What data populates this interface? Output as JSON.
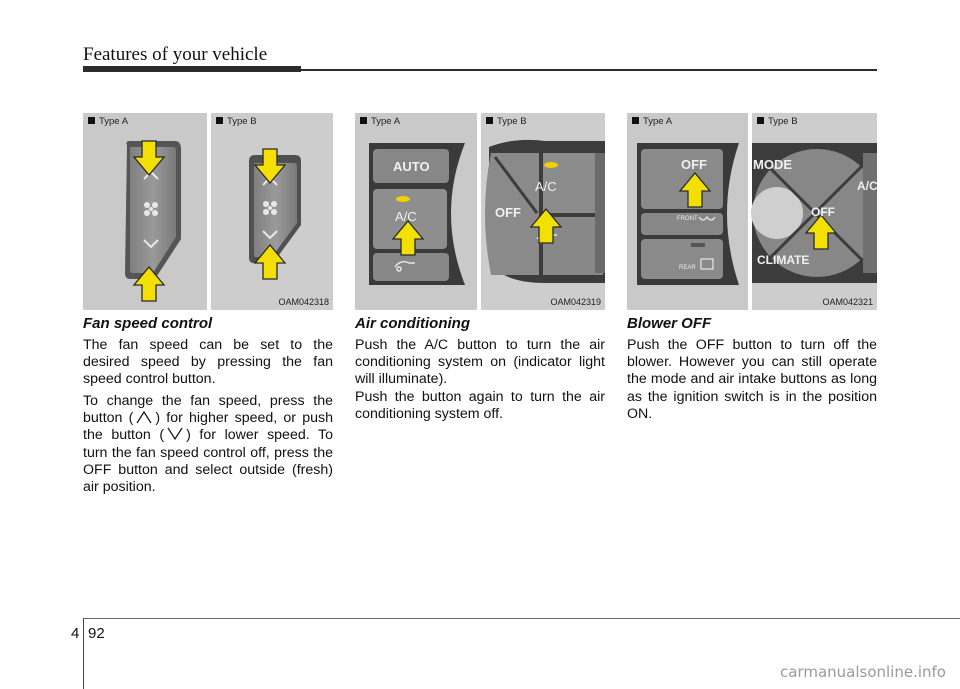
{
  "header": {
    "title": "Features of your vehicle"
  },
  "figures": [
    {
      "type_a": "Type A",
      "type_b": "Type B",
      "code": "OAM042318",
      "icon": "fan-control-panels"
    },
    {
      "type_a": "Type A",
      "type_b": "Type B",
      "code": "OAM042319",
      "buttons": {
        "auto": "AUTO",
        "ac": "A/C",
        "off": "OFF",
        "ac_b": "A/C"
      }
    },
    {
      "type_a": "Type A",
      "type_b": "Type B",
      "code": "OAM042321",
      "buttons": {
        "off": "OFF",
        "front": "FRONT",
        "rear": "REAR",
        "mode": "MODE",
        "climate": "CLIMATE",
        "off_b": "OFF",
        "ac_b": "A/C"
      }
    }
  ],
  "sections": [
    {
      "title": "Fan speed control",
      "p1": "The fan speed can be set to the desired speed by pressing the fan speed control button.",
      "p2_a": "To change the fan speed, press  the button (",
      "p2_b": ") for higher speed, or push the button (",
      "p2_c": ") for lower speed. To turn the fan speed control off, press the OFF button and select outside (fresh) air position."
    },
    {
      "title": "Air conditioning",
      "p1": "Push the A/C button to turn the air conditioning system on (indicator light will illuminate).",
      "p2": "Push the button again to turn the air conditioning system off."
    },
    {
      "title": "Blower OFF",
      "p1": "Push the OFF button to turn off the blower. However you can still operate the mode and air intake buttons as long as the  ignition switch is in the position ON."
    }
  ],
  "footer": {
    "chapter": "4",
    "page": "92"
  },
  "watermark": "carmanualsonline.info",
  "colors": {
    "arrow": "#f3e000",
    "arrow_stroke": "#2a2a2a",
    "panel": "#8d8d8d",
    "indicator": "#f0d000"
  }
}
